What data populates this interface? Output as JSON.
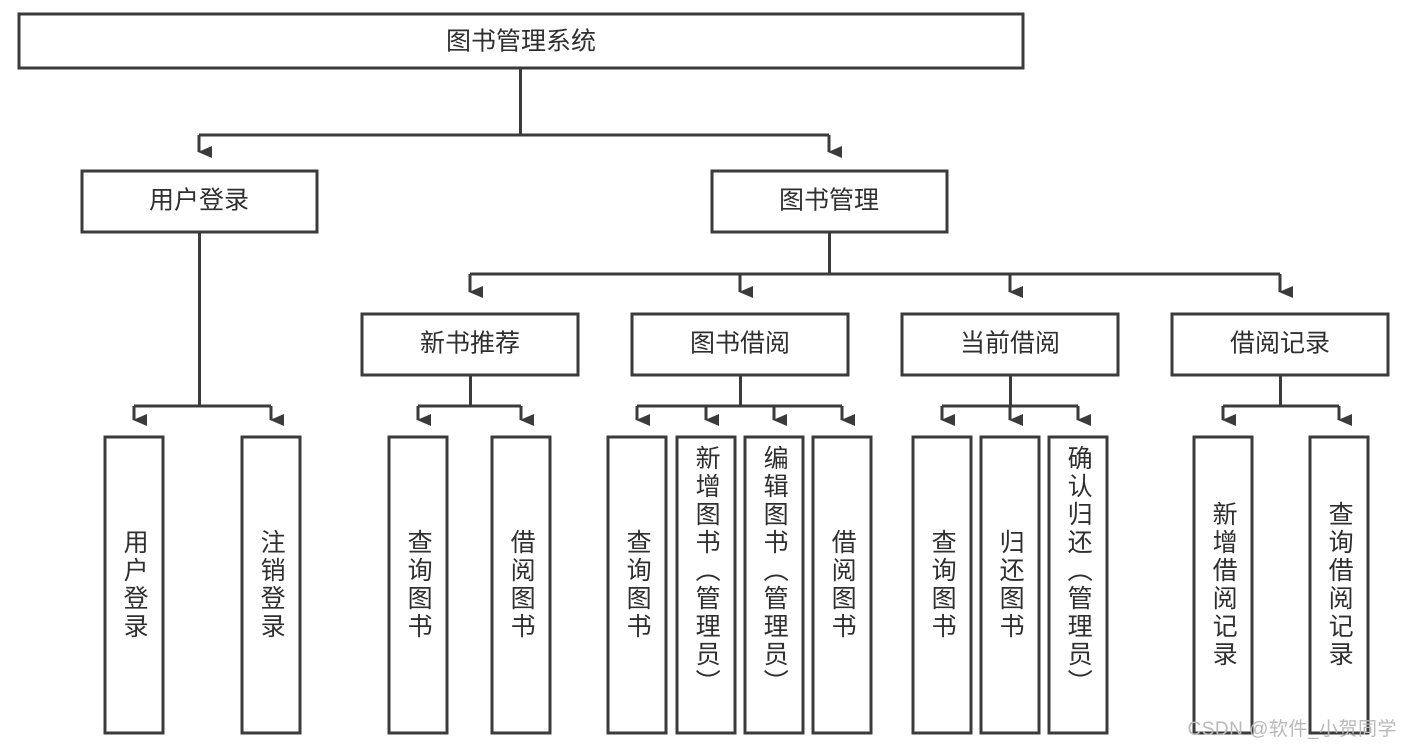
{
  "diagram": {
    "type": "hierarchy-tree",
    "title": "图书管理系统",
    "watermark": "CSDN @软件_小贺同学",
    "colors": {
      "box_stroke": "#3b3b3b",
      "box_fill": "#ffffff",
      "text": "#2f2f2f",
      "connector": "#3b3b3b",
      "watermark": "#b9b9b9",
      "background": "#ffffff"
    },
    "levels": {
      "root": {
        "label": "图书管理系统"
      },
      "level2": [
        {
          "id": "user-login",
          "label": "用户登录"
        },
        {
          "id": "book-management",
          "label": "图书管理"
        }
      ],
      "level3": [
        {
          "id": "new-book-recommend",
          "label": "新书推荐",
          "parent": "book-management"
        },
        {
          "id": "book-borrow",
          "label": "图书借阅",
          "parent": "book-management"
        },
        {
          "id": "current-borrow",
          "label": "当前借阅",
          "parent": "book-management"
        },
        {
          "id": "borrow-record",
          "label": "借阅记录",
          "parent": "book-management"
        }
      ],
      "leaves": [
        {
          "id": "leaf-user-login",
          "label": "用户登录",
          "parent": "user-login"
        },
        {
          "id": "leaf-user-logout",
          "label": "注销登录",
          "parent": "user-login"
        },
        {
          "id": "leaf-query-book-1",
          "label": "查询图书",
          "parent": "new-book-recommend"
        },
        {
          "id": "leaf-borrow-book-1",
          "label": "借阅图书",
          "parent": "new-book-recommend"
        },
        {
          "id": "leaf-query-book-2",
          "label": "查询图书",
          "parent": "book-borrow"
        },
        {
          "id": "leaf-add-book",
          "label": "新增图书（管理员）",
          "parent": "book-borrow"
        },
        {
          "id": "leaf-edit-book",
          "label": "编辑图书（管理员）",
          "parent": "book-borrow"
        },
        {
          "id": "leaf-borrow-book-2",
          "label": "借阅图书",
          "parent": "book-borrow"
        },
        {
          "id": "leaf-query-book-3",
          "label": "查询图书",
          "parent": "current-borrow"
        },
        {
          "id": "leaf-return-book",
          "label": "归还图书",
          "parent": "current-borrow"
        },
        {
          "id": "leaf-confirm-return",
          "label": "确认归还（管理员）",
          "parent": "current-borrow"
        },
        {
          "id": "leaf-add-record",
          "label": "新增借阅记录",
          "parent": "borrow-record"
        },
        {
          "id": "leaf-query-record",
          "label": "查询借阅记录",
          "parent": "borrow-record"
        }
      ]
    }
  }
}
